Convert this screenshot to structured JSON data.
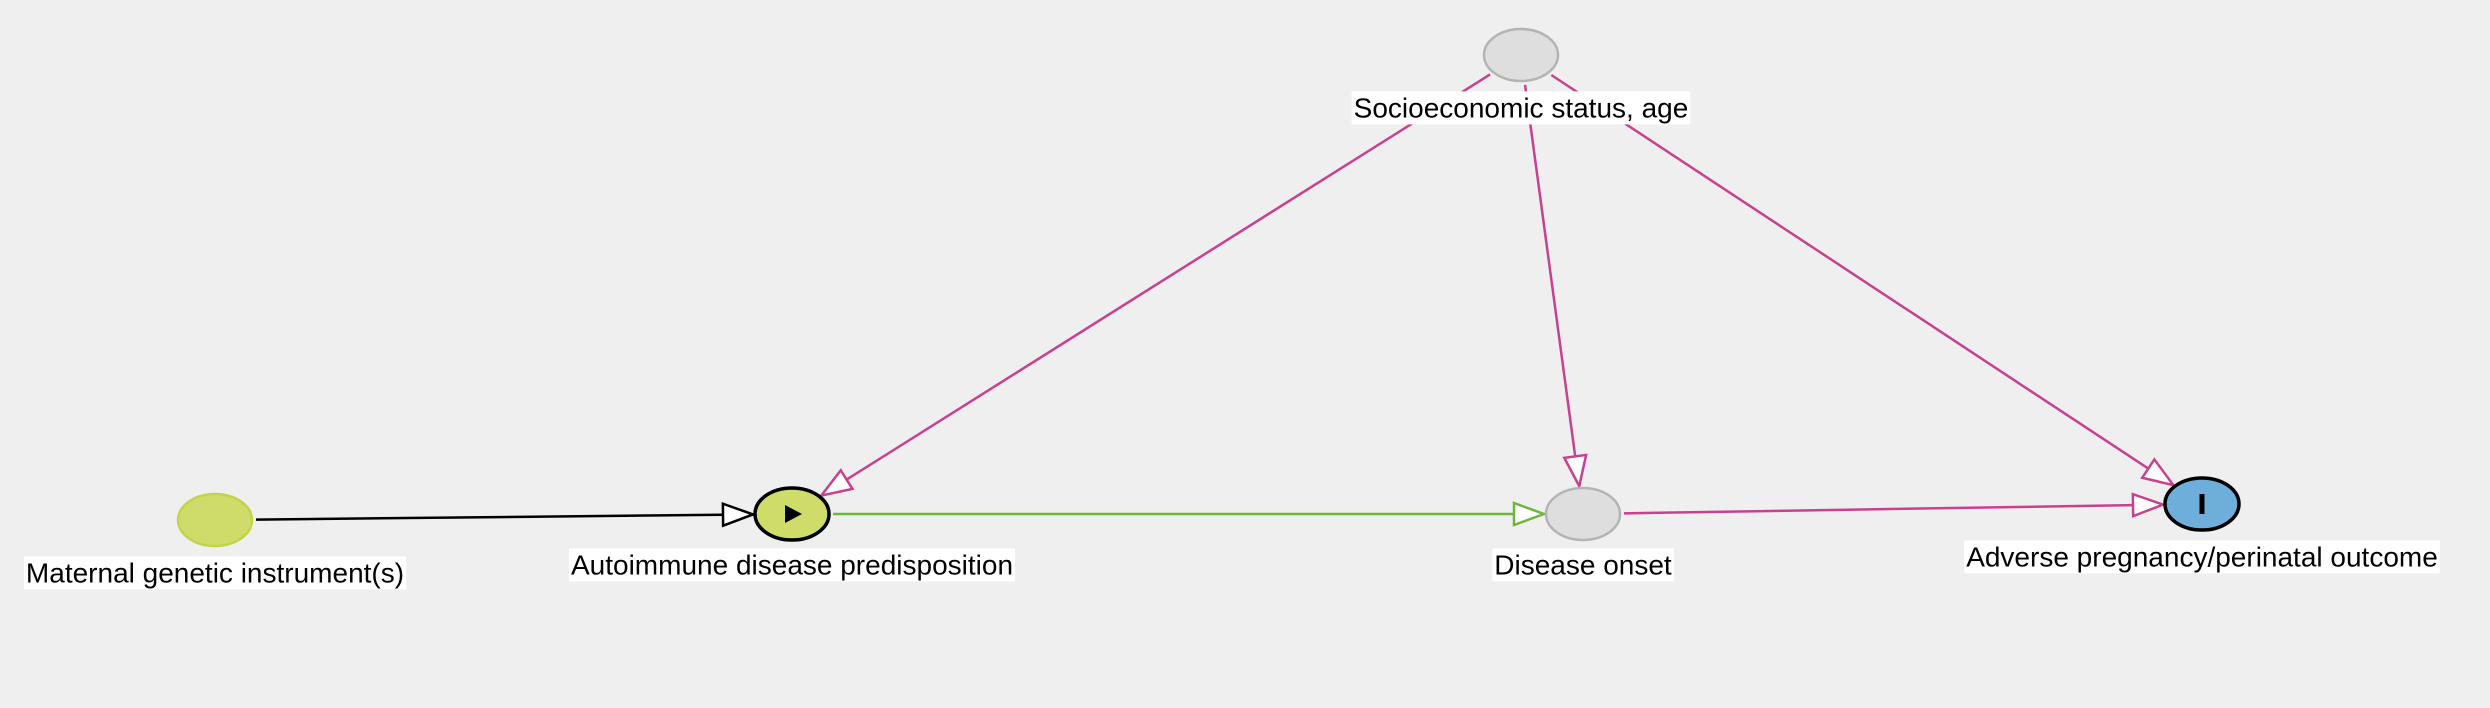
{
  "diagram": {
    "nodes": [
      {
        "id": "instrument",
        "label": "Maternal genetic instrument(s)",
        "role": "instrument",
        "fill": "#cfdc6a",
        "stroke": "#c4d34c",
        "marker": ""
      },
      {
        "id": "exposure",
        "label": "Autoimmune disease predisposition",
        "role": "exposure",
        "fill": "#cfdc6a",
        "stroke": "#000000",
        "marker": "play-icon"
      },
      {
        "id": "mediator",
        "label": "Disease onset",
        "role": "other",
        "fill": "#dedede",
        "stroke": "#b4b4b4",
        "marker": ""
      },
      {
        "id": "outcome",
        "label": "Adverse pregnancy/perinatal outcome",
        "role": "outcome",
        "fill": "#6daedb",
        "stroke": "#000000",
        "marker": "bar-icon"
      },
      {
        "id": "confounder",
        "label": "Socioeconomic status, age",
        "role": "other",
        "fill": "#dedede",
        "stroke": "#b4b4b4",
        "marker": ""
      }
    ],
    "edges": [
      {
        "from": "instrument",
        "to": "exposure",
        "kind": "instrument-path",
        "color": "#000000"
      },
      {
        "from": "exposure",
        "to": "mediator",
        "kind": "causal-path",
        "color": "#6fb63c"
      },
      {
        "from": "mediator",
        "to": "outcome",
        "kind": "biasing-path",
        "color": "#c8418e"
      },
      {
        "from": "confounder",
        "to": "exposure",
        "kind": "biasing-path",
        "color": "#c8418e"
      },
      {
        "from": "confounder",
        "to": "mediator",
        "kind": "biasing-path",
        "color": "#c8418e"
      },
      {
        "from": "confounder",
        "to": "outcome",
        "kind": "biasing-path",
        "color": "#c8418e"
      }
    ]
  }
}
